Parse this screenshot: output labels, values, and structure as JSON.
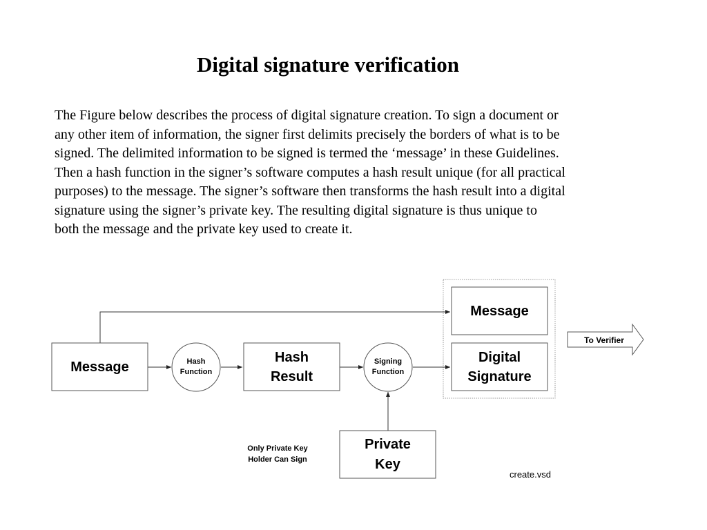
{
  "title": "Digital signature verification",
  "paragraph_lines": [
    " The Figure below describes the process of digital signature creation. To sign a document or",
    "any other item of information, the signer first delimits precisely the borders of what is to be",
    "signed.  The delimited information to be signed is termed the ‘message’ in these Guidelines.",
    "Then a hash function in the signer’s software computes a hash result unique (for all practical",
    "purposes) to  the message.  The signer’s software then transforms the hash result into a digital",
    "signature using the signer’s private key.    The resulting digital signature is thus unique to",
    "both the message and the private key used to create it."
  ],
  "diagram": {
    "message_in": "Message",
    "hash_function": [
      "Hash",
      "Function"
    ],
    "hash_result": [
      "Hash",
      "Result"
    ],
    "signing_function": [
      "Signing",
      "Function"
    ],
    "message_out": "Message",
    "digital_signature": [
      "Digital",
      "Signature"
    ],
    "to_verifier": "To Verifier",
    "private_key": [
      "Private",
      "Key"
    ],
    "note": [
      "Only Private Key",
      "Holder Can Sign"
    ],
    "file_name": "create.vsd"
  },
  "colors": {
    "line": "#333333",
    "box_border": "#555555",
    "bundle_border": "#999999"
  }
}
